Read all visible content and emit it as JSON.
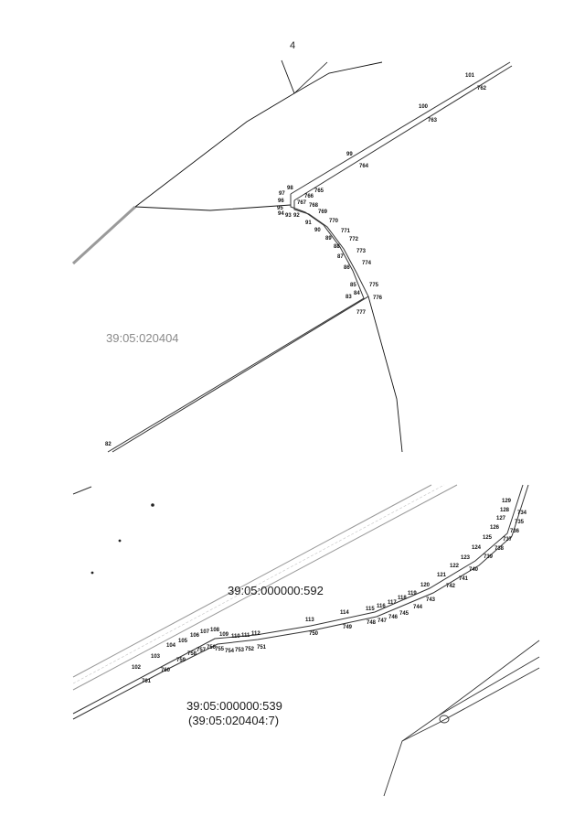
{
  "page_number": "4",
  "top_map": {
    "parcel_label": "39:05:020404",
    "points_outer": [
      "82",
      "83",
      "84",
      "85",
      "86",
      "87",
      "88",
      "89",
      "90",
      "91",
      "92",
      "93",
      "94",
      "95",
      "96",
      "97",
      "98",
      "99",
      "100",
      "101"
    ],
    "points_inner": [
      "777",
      "776",
      "775",
      "774",
      "773",
      "772",
      "771",
      "770",
      "769",
      "768",
      "767",
      "766",
      "765",
      "764",
      "763",
      "762"
    ]
  },
  "bottom_map": {
    "parcel_label_1": "39:05:000000:592",
    "parcel_label_2_line1": "39:05:000000:539",
    "parcel_label_2_line2": "(39:05:020404:7)",
    "points_upper": [
      "102",
      "103",
      "104",
      "105",
      "106",
      "107",
      "108",
      "109",
      "110",
      "111",
      "112",
      "113",
      "114",
      "115",
      "116",
      "117",
      "118",
      "119",
      "120",
      "121",
      "122",
      "123",
      "124",
      "125",
      "126",
      "127",
      "128",
      "129"
    ],
    "points_lower": [
      "761",
      "760",
      "759",
      "758",
      "757",
      "756",
      "755",
      "754",
      "753",
      "752",
      "751",
      "750",
      "749",
      "748",
      "747",
      "746",
      "745",
      "744",
      "743",
      "742",
      "741",
      "740",
      "739",
      "738",
      "737",
      "736",
      "735",
      "734"
    ]
  }
}
